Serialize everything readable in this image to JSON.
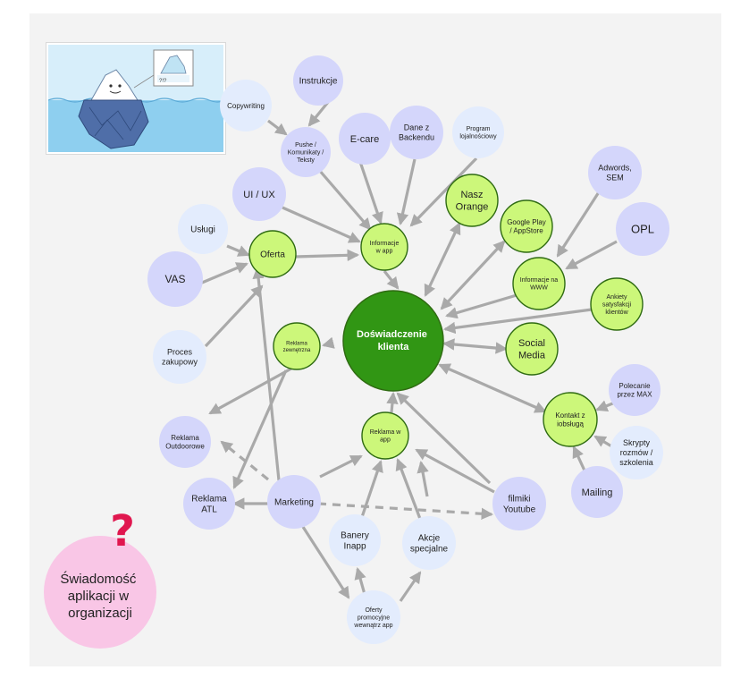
{
  "colors": {
    "board": "#f3f3f3",
    "lavender_node": "#d4d6fb",
    "light_blue_node": "#e3ecfd",
    "green_node": "#ccf77a",
    "green_stroke": "#2f6b12",
    "center_node": "#319614",
    "arrow": "#a9a9a9",
    "pink_circle": "#f9c6e6",
    "question_mark": "#e0174f",
    "sea": "#8ecfef",
    "sky": "#d7eefa"
  },
  "thumbnail": {
    "name": "iceberg-illustration",
    "note_text": "?!?"
  },
  "center": {
    "label": "Doświadczenie klienta"
  },
  "awareness": {
    "question_mark": "?",
    "label": "Świadomość aplikacji w organizacji"
  },
  "nodes": [
    {
      "id": "instrukcje",
      "label": "Instrukcje",
      "style": "lavender"
    },
    {
      "id": "copywriting",
      "label": "Copywriting",
      "style": "light_blue"
    },
    {
      "id": "pushe",
      "label": "Pushe / Komunikaty / Teksty",
      "style": "lavender"
    },
    {
      "id": "ecare",
      "label": "E-care",
      "style": "lavender"
    },
    {
      "id": "dane",
      "label": "Dane z Backendu",
      "style": "lavender"
    },
    {
      "id": "program",
      "label": "Program lojalnościowy",
      "style": "light_blue"
    },
    {
      "id": "adwords",
      "label": "Adwords, SEM",
      "style": "lavender"
    },
    {
      "id": "opl",
      "label": "OPL",
      "style": "lavender"
    },
    {
      "id": "uiux",
      "label": "UI / UX",
      "style": "lavender"
    },
    {
      "id": "uslugi",
      "label": "Usługi",
      "style": "light_blue"
    },
    {
      "id": "vas",
      "label": "VAS",
      "style": "lavender"
    },
    {
      "id": "proces",
      "label": "Proces zakupowy",
      "style": "light_blue"
    },
    {
      "id": "outdoor",
      "label": "Reklama Outdoorowe",
      "style": "lavender"
    },
    {
      "id": "atl",
      "label": "Reklama ATL",
      "style": "lavender"
    },
    {
      "id": "marketing",
      "label": "Marketing",
      "style": "lavender"
    },
    {
      "id": "banery",
      "label": "Banery Inapp",
      "style": "light_blue"
    },
    {
      "id": "akcje",
      "label": "Akcje specjalne",
      "style": "light_blue"
    },
    {
      "id": "oferty",
      "label": "Oferty promocyjne wewnątrz app",
      "style": "light_blue"
    },
    {
      "id": "filmiki",
      "label": "filmiki Youtube",
      "style": "lavender"
    },
    {
      "id": "polecanie",
      "label": "Polecanie przez MAX",
      "style": "lavender"
    },
    {
      "id": "skrypty",
      "label": "Skrypty rozmów / szkolenia",
      "style": "light_blue"
    },
    {
      "id": "mailing",
      "label": "Mailing",
      "style": "lavender"
    },
    {
      "id": "oferta",
      "label": "Oferta",
      "style": "green"
    },
    {
      "id": "infoapp",
      "label": "Informacje w app",
      "style": "green"
    },
    {
      "id": "nasz",
      "label": "Nasz Orange",
      "style": "green"
    },
    {
      "id": "google",
      "label": "Google Play / AppStore",
      "style": "green"
    },
    {
      "id": "infowww",
      "label": "Informacje na WWW",
      "style": "green"
    },
    {
      "id": "ankiety",
      "label": "Ankiety satysfakcji klientów",
      "style": "green"
    },
    {
      "id": "reklamazew",
      "label": "Reklama zewnętrzna",
      "style": "green"
    },
    {
      "id": "social",
      "label": "Social Media",
      "style": "green"
    },
    {
      "id": "kontakt",
      "label": "Kontakt z iobsługą",
      "style": "green"
    },
    {
      "id": "reklamaapp",
      "label": "Reklama w app",
      "style": "green"
    }
  ]
}
